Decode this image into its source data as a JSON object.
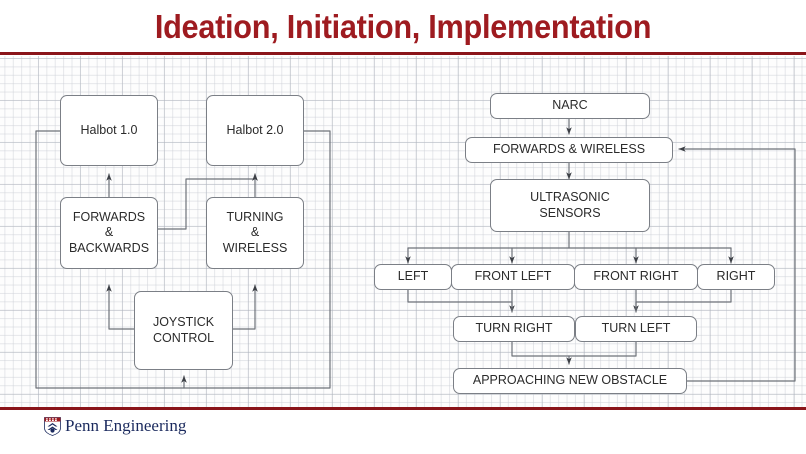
{
  "slide": {
    "title": "Ideation, Initiation, Implementation",
    "title_color": "#9e1b20",
    "rule_color": "#8a1419",
    "background": "#fdfdfd",
    "node_border_color": "#7b7f86",
    "connector_color": "#6e7279"
  },
  "footer": {
    "brand": "Penn Engineering",
    "brand_color": "#1b2a5e",
    "shield_icon": "penn-shield-icon"
  },
  "left_diagram": {
    "name": "halbot-evolution-flowchart",
    "nodes": [
      {
        "id": "halbot1",
        "label": "Halbot 1.0"
      },
      {
        "id": "halbot2",
        "label": "Halbot 2.0"
      },
      {
        "id": "fwdback",
        "label": "FORWARDS\n&\nBACKWARDS"
      },
      {
        "id": "turnwire",
        "label": "TURNING\n&\nWIRELESS"
      },
      {
        "id": "joystick",
        "label": "JOYSTICK\nCONTROL"
      }
    ],
    "edges": [
      {
        "from": "fwdback",
        "to": "halbot1"
      },
      {
        "from": "turnwire",
        "to": "halbot2"
      },
      {
        "from": "fwdback",
        "to": "halbot2"
      },
      {
        "from": "joystick",
        "to": "fwdback"
      },
      {
        "from": "joystick",
        "to": "turnwire"
      },
      {
        "from": "halbot1",
        "to": "joystick"
      },
      {
        "from": "halbot2",
        "to": "joystick"
      }
    ]
  },
  "right_diagram": {
    "name": "narc-obstacle-avoidance-flowchart",
    "nodes": [
      {
        "id": "narc",
        "label": "NARC"
      },
      {
        "id": "fwdwireless",
        "label": "FORWARDS & WIRELESS"
      },
      {
        "id": "ultrasonic",
        "label": "ULTRASONIC\nSENSORS"
      },
      {
        "id": "left",
        "label": "LEFT"
      },
      {
        "id": "frontleft",
        "label": "FRONT LEFT"
      },
      {
        "id": "frontright",
        "label": "FRONT RIGHT"
      },
      {
        "id": "right",
        "label": "RIGHT"
      },
      {
        "id": "turnright",
        "label": "TURN RIGHT"
      },
      {
        "id": "turnleft",
        "label": "TURN LEFT"
      },
      {
        "id": "approaching",
        "label": "APPROACHING NEW OBSTACLE"
      }
    ],
    "edges": [
      {
        "from": "narc",
        "to": "fwdwireless"
      },
      {
        "from": "fwdwireless",
        "to": "ultrasonic"
      },
      {
        "from": "ultrasonic",
        "to": "left"
      },
      {
        "from": "ultrasonic",
        "to": "frontleft"
      },
      {
        "from": "ultrasonic",
        "to": "frontright"
      },
      {
        "from": "ultrasonic",
        "to": "right"
      },
      {
        "from": "left",
        "to": "turnright"
      },
      {
        "from": "frontleft",
        "to": "turnright"
      },
      {
        "from": "frontright",
        "to": "turnleft"
      },
      {
        "from": "right",
        "to": "turnleft"
      },
      {
        "from": "turnright",
        "to": "approaching"
      },
      {
        "from": "turnleft",
        "to": "approaching"
      },
      {
        "from": "approaching",
        "to": "fwdwireless"
      }
    ]
  }
}
